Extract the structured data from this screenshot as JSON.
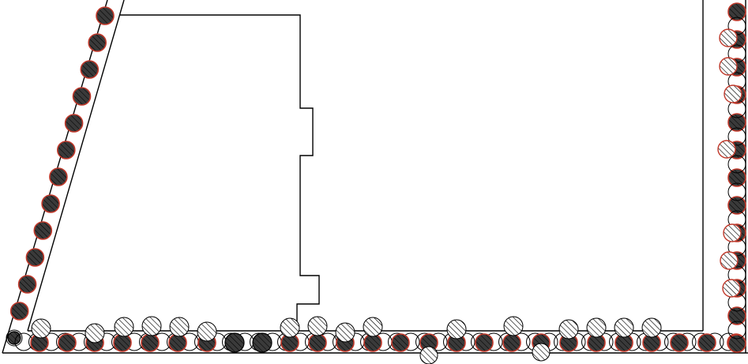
{
  "drawing": {
    "line_color": "#000000",
    "background": "#ffffff",
    "accent": "#c0392b",
    "fill_dark": "#3a3a3a",
    "hatch_color": "#000000"
  },
  "symbols": {
    "legend": [
      {
        "kind": "filled-hatched-red-ring",
        "name": "filled-hatched-circle-icon"
      },
      {
        "kind": "hatched",
        "name": "hatched-circle-icon"
      },
      {
        "kind": "open",
        "name": "open-circle-icon"
      }
    ]
  }
}
